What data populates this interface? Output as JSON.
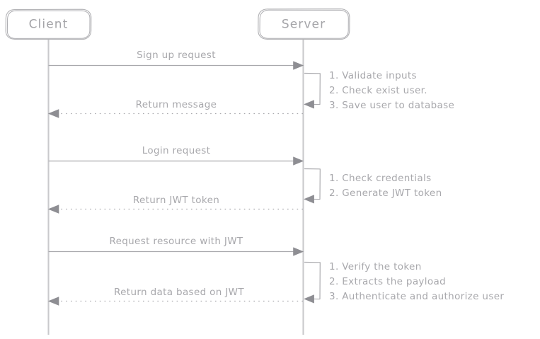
{
  "diagram": {
    "kind": "sequence-diagram",
    "title": "",
    "background_color": "#ffffff",
    "stroke_color": "#a9a9ad",
    "text_color": "#a8a8ac",
    "arrow_fill_color": "#8e8e93",
    "lifeline_color": "#c9c9cc"
  },
  "actors": [
    {
      "id": "client",
      "label": "Client"
    },
    {
      "id": "server",
      "label": "Server"
    }
  ],
  "messages": [
    {
      "id": "m1",
      "label": "Sign up request",
      "from": "client",
      "to": "server",
      "style": "solid",
      "direction": "right"
    },
    {
      "id": "m2",
      "label": "Return message",
      "from": "server",
      "to": "client",
      "style": "dotted",
      "direction": "left"
    },
    {
      "id": "m3",
      "label": "Login request",
      "from": "client",
      "to": "server",
      "style": "solid",
      "direction": "right"
    },
    {
      "id": "m4",
      "label": "Return JWT token",
      "from": "server",
      "to": "client",
      "style": "dotted",
      "direction": "left"
    },
    {
      "id": "m5",
      "label": "Request resource with JWT",
      "from": "client",
      "to": "server",
      "style": "solid",
      "direction": "right"
    },
    {
      "id": "m6",
      "label": "Return data based on JWT",
      "from": "server",
      "to": "client",
      "style": "dotted",
      "direction": "left"
    }
  ],
  "self_messages": [
    {
      "id": "s1",
      "actor": "server",
      "lines": [
        "1. Validate inputs",
        "2. Check exist user.",
        "3. Save user to database"
      ]
    },
    {
      "id": "s2",
      "actor": "server",
      "lines": [
        "1. Check credentials",
        "2. Generate JWT token"
      ]
    },
    {
      "id": "s3",
      "actor": "server",
      "lines": [
        "1. Verify the token",
        "2. Extracts the payload",
        "3. Authenticate and authorize user"
      ]
    }
  ]
}
